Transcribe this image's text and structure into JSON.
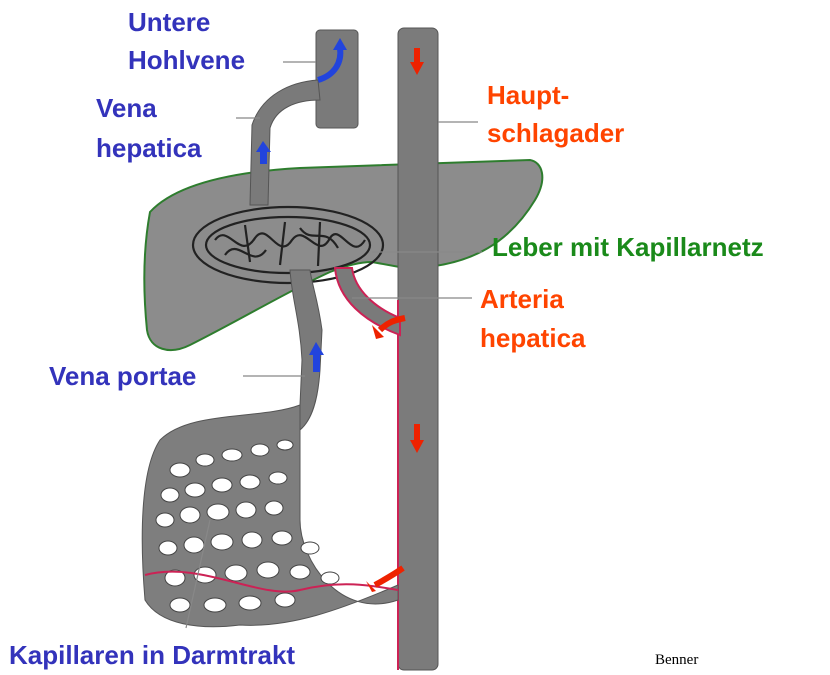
{
  "labels": {
    "untere_hohlvene_1": "Untere",
    "untere_hohlvene_2": "Hohlvene",
    "vena_hepatica_1": "Vena",
    "vena_hepatica_2": "hepatica",
    "hauptschlagader_1": "Haupt-",
    "hauptschlagader_2": "schlagader",
    "leber": "Leber mit Kapillarnetz",
    "arteria_hepatica_1": "Arteria",
    "arteria_hepatica_2": "hepatica",
    "vena_portae": "Vena portae",
    "kapillaren": "Kapillaren in Darmtrakt"
  },
  "credit": "Benner",
  "colors": {
    "vein_label": "#3333bb",
    "artery_label": "#ff4400",
    "liver_label": "#1a8a1a",
    "vessel_fill": "#7d7d7d",
    "liver_fill": "#8a8a8a",
    "vein_arrow": "#2244dd",
    "artery_arrow": "#ee2200"
  }
}
